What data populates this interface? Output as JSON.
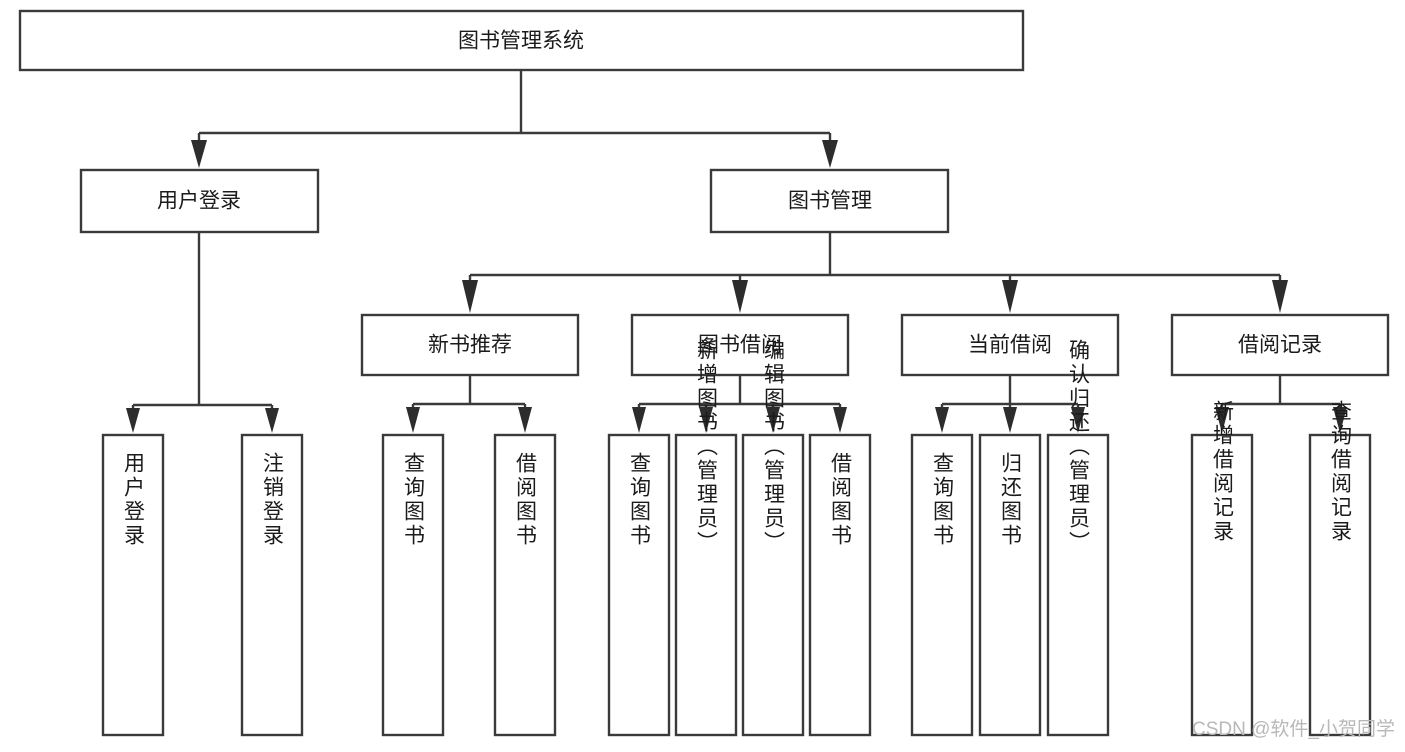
{
  "diagram": {
    "type": "tree-hierarchy-chart",
    "title": "图书管理系统",
    "orientation": "top-down",
    "colors": {
      "box_fill": "#ffffff",
      "box_stroke": "#3a3a3a",
      "text": "#1b1b1b",
      "background": "#ffffff",
      "watermark": "#b8b8b8"
    },
    "root": {
      "id": "root",
      "label": "图书管理系统"
    },
    "level1": [
      {
        "id": "user-login",
        "label": "用户登录"
      },
      {
        "id": "book-manage",
        "label": "图书管理"
      }
    ],
    "level2": [
      {
        "id": "new-book-recommend",
        "label": "新书推荐",
        "parent": "book-manage"
      },
      {
        "id": "book-borrow",
        "label": "图书借阅",
        "parent": "book-manage"
      },
      {
        "id": "current-borrow",
        "label": "当前借阅",
        "parent": "book-manage"
      },
      {
        "id": "borrow-record",
        "label": "借阅记录",
        "parent": "book-manage"
      }
    ],
    "leaves": [
      {
        "id": "leaf-user-login",
        "label": "用户登录",
        "parent": "user-login"
      },
      {
        "id": "leaf-logout",
        "label": "注销登录",
        "parent": "user-login"
      },
      {
        "id": "leaf-query-book-1",
        "label": "查询图书",
        "parent": "new-book-recommend"
      },
      {
        "id": "leaf-borrow-book-1",
        "label": "借阅图书",
        "parent": "new-book-recommend"
      },
      {
        "id": "leaf-query-book-2",
        "label": "查询图书",
        "parent": "book-borrow"
      },
      {
        "id": "leaf-add-book",
        "label": "新增图书（管理员）",
        "parent": "book-borrow"
      },
      {
        "id": "leaf-edit-book",
        "label": "编辑图书（管理员）",
        "parent": "book-borrow"
      },
      {
        "id": "leaf-borrow-book-2",
        "label": "借阅图书",
        "parent": "book-borrow"
      },
      {
        "id": "leaf-query-book-3",
        "label": "查询图书",
        "parent": "current-borrow"
      },
      {
        "id": "leaf-return-book",
        "label": "归还图书",
        "parent": "current-borrow"
      },
      {
        "id": "leaf-confirm-return",
        "label": "确认归还（管理员）",
        "parent": "current-borrow"
      },
      {
        "id": "leaf-add-record",
        "label": "新增借阅记录",
        "parent": "borrow-record"
      },
      {
        "id": "leaf-query-record",
        "label": "查询借阅记录",
        "parent": "borrow-record"
      }
    ]
  },
  "watermark": {
    "text": "CSDN @软件_小贺同学"
  }
}
